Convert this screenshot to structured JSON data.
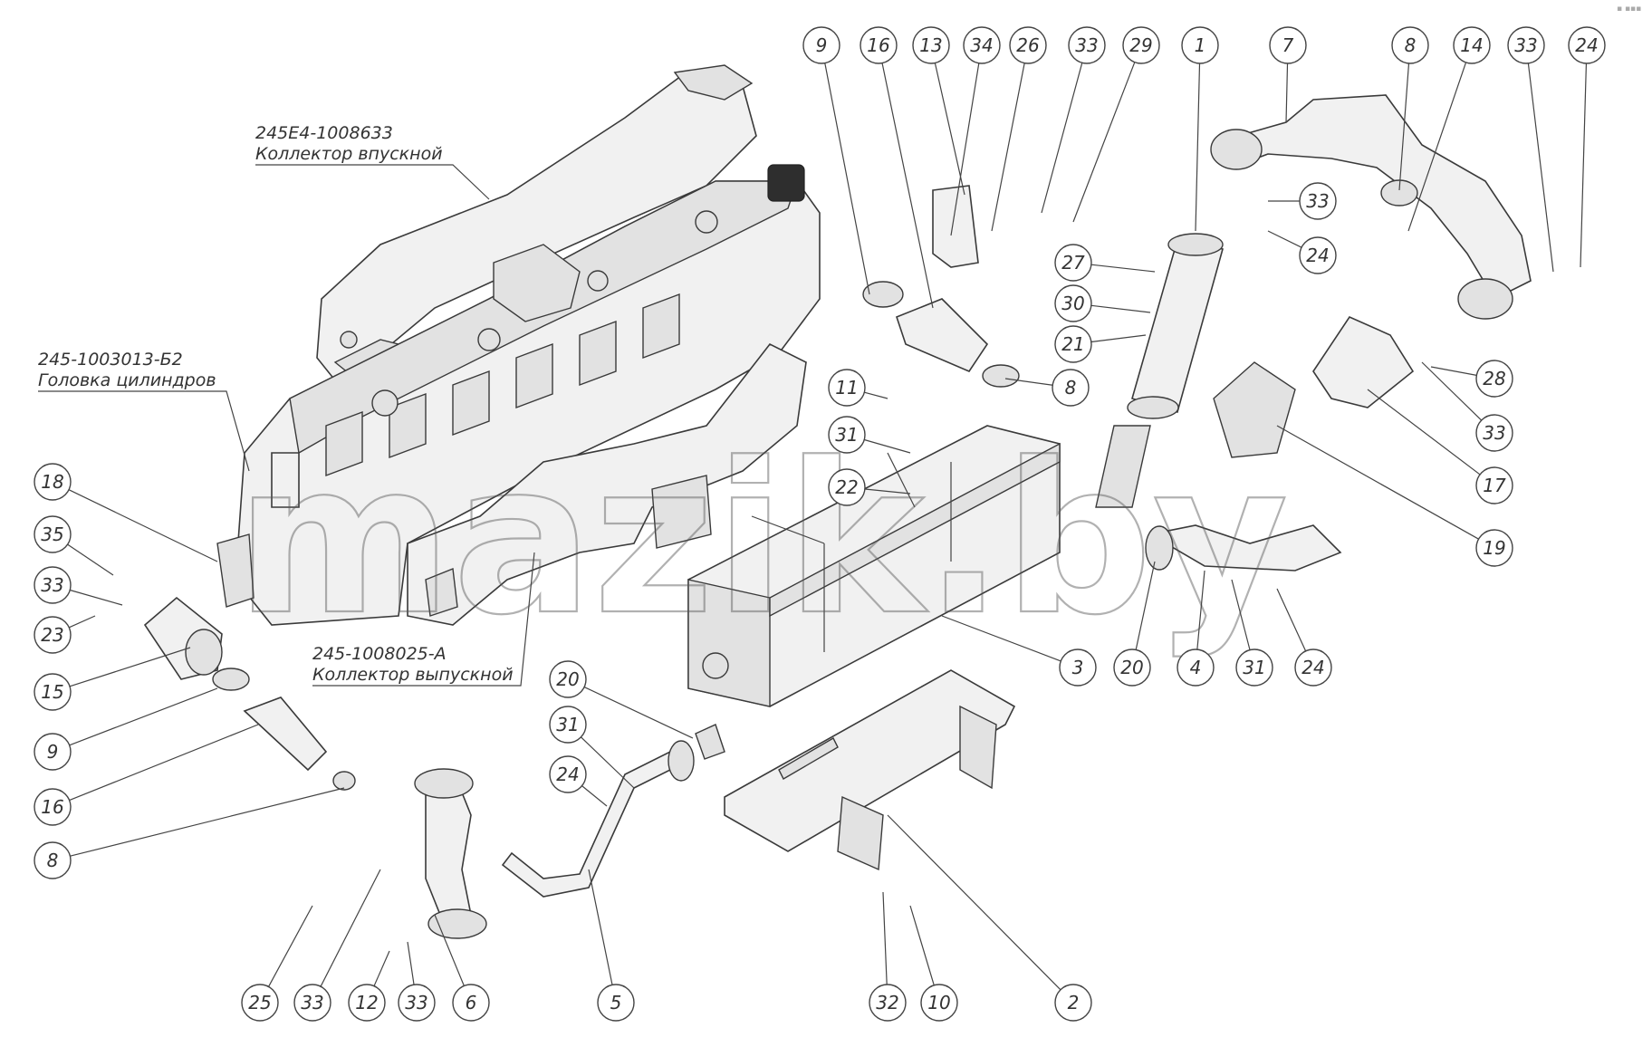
{
  "watermark": "mazik.by",
  "corner_mark": "▪ ▪▪▪",
  "annotations": {
    "intake_code": "245E4-1008633",
    "intake_name": "Коллектор впускной",
    "head_code": "245-1003013-Б2",
    "head_name": "Головка цилиндров",
    "exhaust_code": "245-1008025-А",
    "exhaust_name": "Коллектор выпускной"
  },
  "callouts": [
    "9",
    "16",
    "13",
    "34",
    "26",
    "33",
    "29",
    "1",
    "7",
    "8",
    "14",
    "33",
    "24",
    "33",
    "24",
    "27",
    "30",
    "21",
    "8",
    "28",
    "33",
    "17",
    "19",
    "11",
    "31",
    "22",
    "18",
    "35",
    "33",
    "23",
    "15",
    "9",
    "16",
    "8",
    "3",
    "20",
    "4",
    "31",
    "24",
    "20",
    "31",
    "24",
    "25",
    "33",
    "12",
    "33",
    "6",
    "5",
    "32",
    "10",
    "2"
  ]
}
